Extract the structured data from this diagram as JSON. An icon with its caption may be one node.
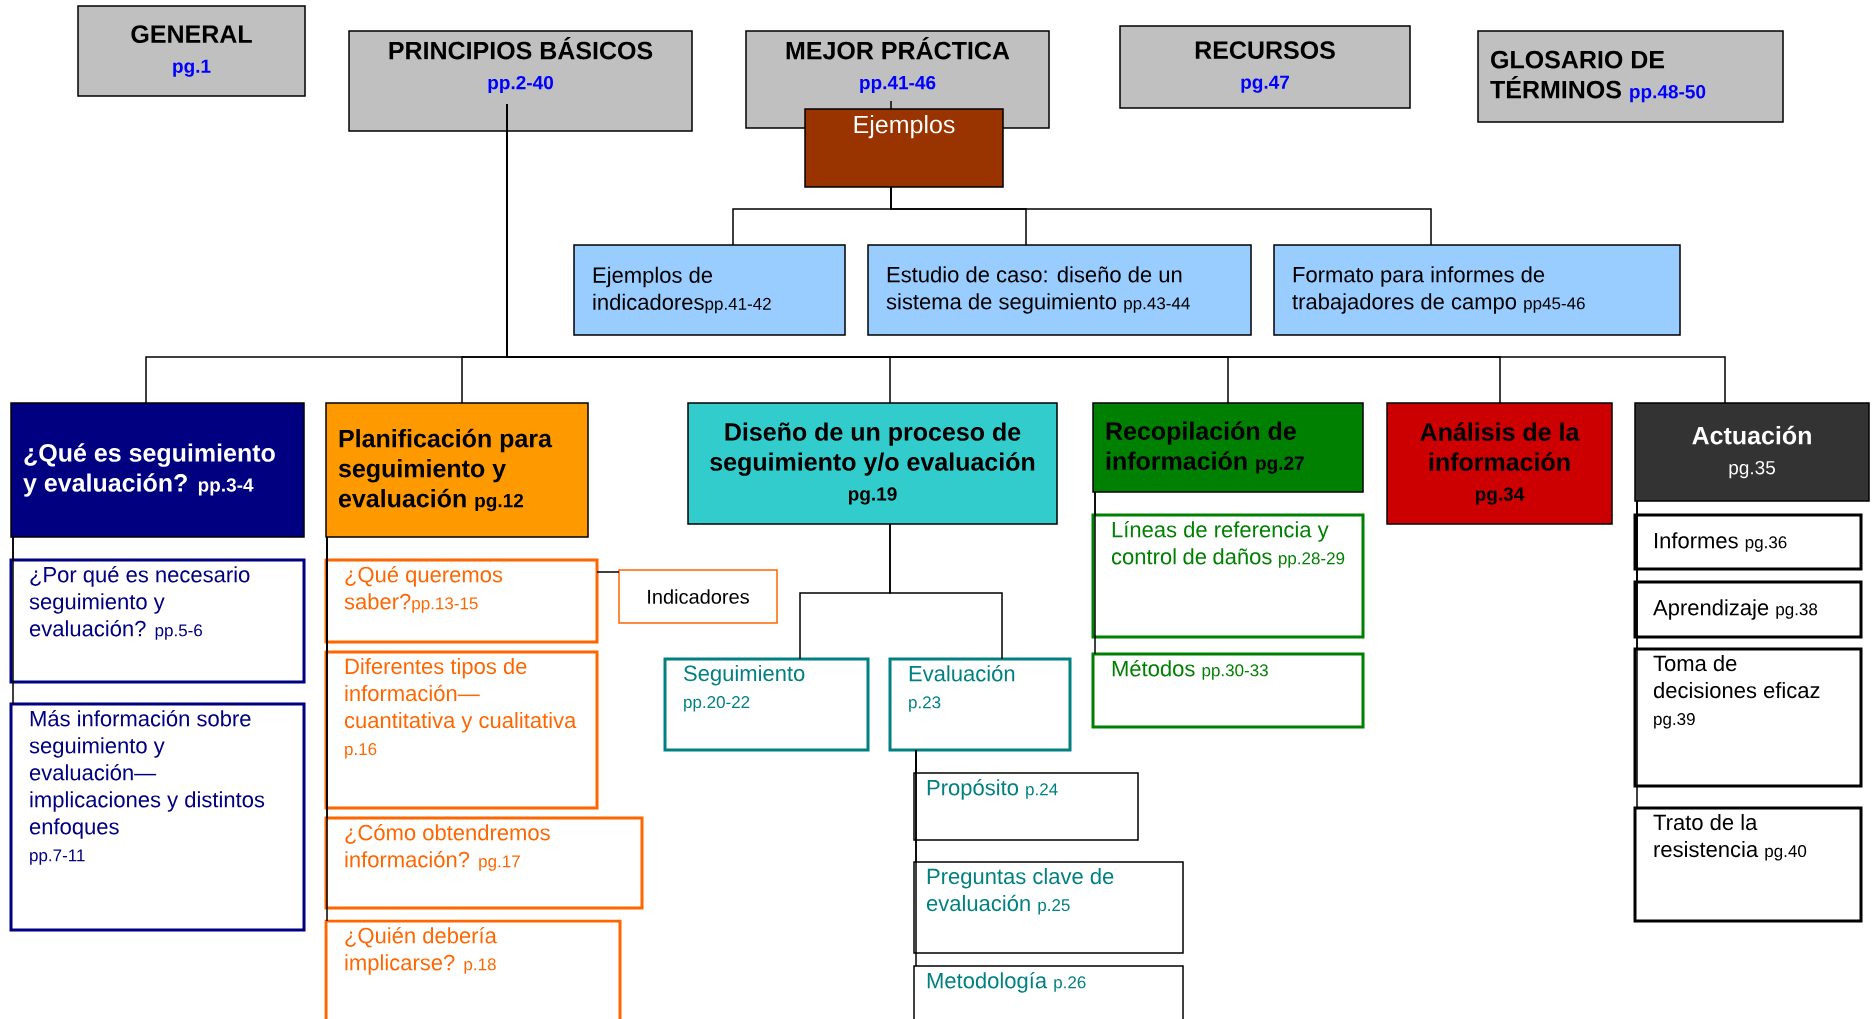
{
  "diagram": {
    "nodes": [
      {
        "text": [
          "GENERAL",
          "pg.1"
        ]
      },
      {
        "text": [
          "PRINCIPIOS BÁSICOS",
          "pp.2-40"
        ]
      },
      {
        "text": [
          "MEJOR PRÁCTICA",
          "pp.41-46"
        ]
      },
      {
        "text": [
          "Ejemplos"
        ]
      },
      {
        "text": [
          "RECURSOS",
          "pg.47"
        ]
      },
      {
        "text": [
          "GLOSARIO DE TÉRMINOS",
          "pp.48-50"
        ]
      },
      {
        "text": [
          "Ejemplos de indicadores",
          "pp.41-42"
        ]
      },
      {
        "text": [
          "Estudio de caso: diseño de un sistema de seguimiento",
          "pp.43-44"
        ]
      },
      {
        "text": [
          "Formato para informes de trabajadores de campo",
          "pp45-46"
        ]
      },
      {
        "text": [
          "¿Qué es seguimiento y evaluación?",
          "pp.3-4"
        ]
      },
      {
        "text": [
          "Planificación para seguimiento y evaluación",
          "pg.12"
        ]
      },
      {
        "text": [
          "Diseño de un proceso de seguimiento y/o evaluación",
          "pg.19"
        ]
      },
      {
        "text": [
          "Recopilación de información",
          "pg.27"
        ]
      },
      {
        "text": [
          "Análisis de la información",
          "pg.34"
        ]
      },
      {
        "text": [
          "Actuación",
          "pg.35"
        ]
      },
      {
        "text": [
          "¿Por qué es necesario seguimiento y evaluación?",
          "pp.5-6"
        ]
      },
      {
        "text": [
          "Más información sobre seguimiento y evaluación—implicaciones y distintos enfoques",
          "pp.7-11"
        ]
      },
      {
        "text": [
          "¿Qué queremos saber?",
          "pp.13-15"
        ]
      },
      {
        "text": [
          "Indicadores"
        ]
      },
      {
        "text": [
          "Diferentes tipos de información—cuantitativa y cualitativa",
          "p.16"
        ]
      },
      {
        "text": [
          "¿Cómo obtendremos información?",
          "pg.17"
        ]
      },
      {
        "text": [
          "¿Quién debería implicarse?",
          "p.18"
        ]
      },
      {
        "text": [
          "Seguimiento",
          "pp.20-22"
        ]
      },
      {
        "text": [
          "Evaluación",
          "p.23"
        ]
      },
      {
        "text": [
          "Propósito",
          "p.24"
        ]
      },
      {
        "text": [
          "Preguntas clave de evaluación",
          "p.25"
        ]
      },
      {
        "text": [
          "Metodología",
          "p.26"
        ]
      },
      {
        "text": [
          "Líneas de referencia y control de daños",
          "pp.28-29"
        ]
      },
      {
        "text": [
          "Métodos",
          "pp.30-33"
        ]
      },
      {
        "text": [
          "Informes",
          "pg.36"
        ]
      },
      {
        "text": [
          "Aprendizaje",
          "pg.38"
        ]
      },
      {
        "text": [
          "Toma de decisiones eficaz",
          "pg.39"
        ]
      },
      {
        "text": [
          "Trato de la resistencia",
          "pg.40"
        ]
      }
    ],
    "edges": [
      {
        "from": 1,
        "to": 9,
        "arrow": "none"
      },
      {
        "from": 1,
        "to": 10,
        "arrow": "none"
      },
      {
        "from": 1,
        "to": 11,
        "arrow": "none"
      },
      {
        "from": 1,
        "to": 12,
        "arrow": "none"
      },
      {
        "from": 1,
        "to": 13,
        "arrow": "none"
      },
      {
        "from": 1,
        "to": 14,
        "arrow": "none"
      },
      {
        "from": 2,
        "to": 3,
        "arrow": "none"
      },
      {
        "from": 3,
        "to": 6,
        "arrow": "none"
      },
      {
        "from": 3,
        "to": 7,
        "arrow": "none"
      },
      {
        "from": 3,
        "to": 8,
        "arrow": "none"
      },
      {
        "from": 9,
        "to": 15,
        "arrow": "none"
      },
      {
        "from": 9,
        "to": 16,
        "arrow": "none"
      },
      {
        "from": 10,
        "to": 17,
        "arrow": "none"
      },
      {
        "from": 10,
        "to": 19,
        "arrow": "none"
      },
      {
        "from": 10,
        "to": 20,
        "arrow": "none"
      },
      {
        "from": 10,
        "to": 21,
        "arrow": "none"
      },
      {
        "from": 17,
        "to": 18,
        "arrow": "none"
      },
      {
        "from": 11,
        "to": 22,
        "arrow": "none"
      },
      {
        "from": 11,
        "to": 23,
        "arrow": "none"
      },
      {
        "from": 23,
        "to": 24,
        "arrow": "none"
      },
      {
        "from": 23,
        "to": 25,
        "arrow": "none"
      },
      {
        "from": 23,
        "to": 26,
        "arrow": "none"
      },
      {
        "from": 12,
        "to": 27,
        "arrow": "none"
      },
      {
        "from": 12,
        "to": 28,
        "arrow": "none"
      },
      {
        "from": 14,
        "to": 29,
        "arrow": "none"
      },
      {
        "from": 14,
        "to": 30,
        "arrow": "none"
      },
      {
        "from": 14,
        "to": 31,
        "arrow": "none"
      },
      {
        "from": 14,
        "to": 32,
        "arrow": "none"
      }
    ]
  }
}
